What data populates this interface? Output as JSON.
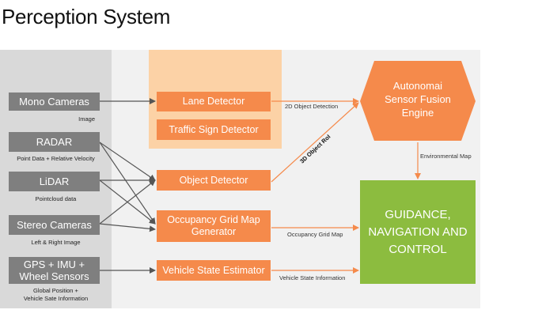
{
  "title": "Perception System",
  "sources": [
    {
      "label": "Mono Cameras",
      "caption": "Image"
    },
    {
      "label": "RADAR",
      "caption": "Point Data + Relative Velocity"
    },
    {
      "label": "LiDAR",
      "caption": "Pointcloud data"
    },
    {
      "label": "Stereo Cameras",
      "caption": "Left & Right Image"
    },
    {
      "label": [
        "GPS + IMU +",
        "Wheel Sensors"
      ],
      "caption": [
        "Global Position +",
        "Vehicle Sate Information"
      ]
    }
  ],
  "processors": [
    {
      "label": "Lane Detector"
    },
    {
      "label": "Traffic Sign Detector"
    },
    {
      "label": "Object Detector"
    },
    {
      "label": [
        "Occupancy Grid Map",
        "Generator"
      ]
    },
    {
      "label": "Vehicle State Estimator"
    }
  ],
  "fusion": {
    "lines": [
      "Autonomai",
      "Sensor Fusion",
      "Engine"
    ]
  },
  "gnc": {
    "lines": [
      "GUIDANCE,",
      "NAVIGATION AND",
      "CONTROL"
    ]
  },
  "edge_labels": {
    "object_detection_2d": "2D Object Detection",
    "object_roi_3d": "3D Object RoI",
    "environmental_map": "Environmental Map",
    "occupancy_grid_map": "Occupancy Grid Map",
    "vehicle_state_info": "Vehicle State Information"
  },
  "colors": {
    "source": "#7f7f7f",
    "processor": "#f58a4b",
    "processor_group": "#fcd2a6",
    "fusion": "#f58a4b",
    "gnc": "#8cbc3f",
    "arrow_dark": "#555555",
    "arrow_orange": "#f58a4b"
  }
}
